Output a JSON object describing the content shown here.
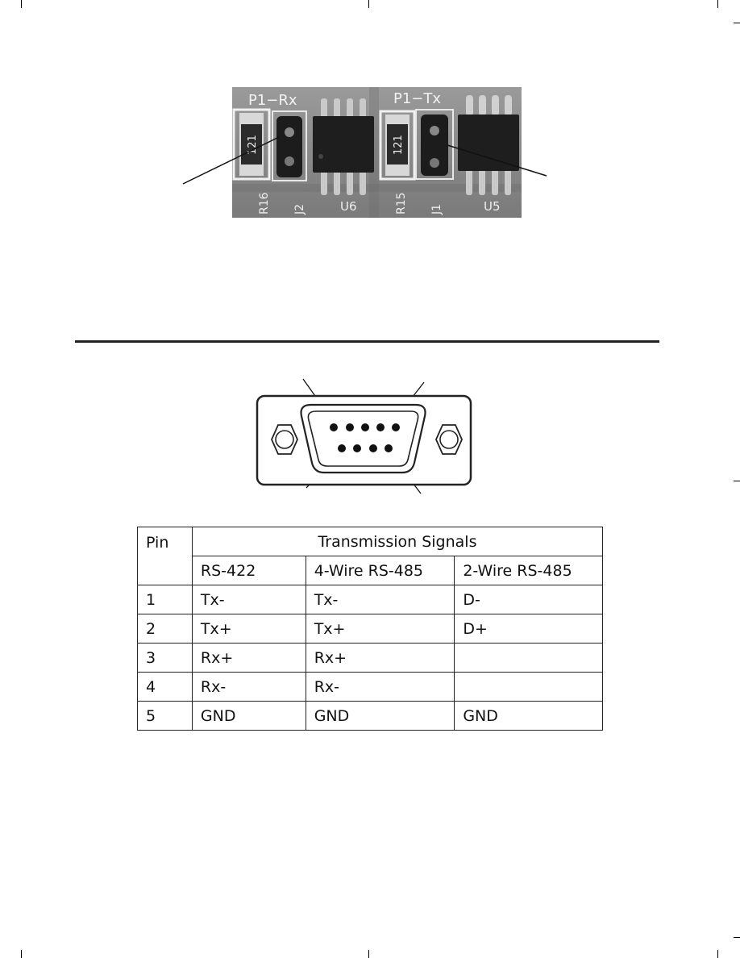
{
  "pcb_photo": {
    "silkscreen": [
      "P1−Rx",
      "P1−Tx",
      "R16",
      "J2",
      "U6",
      "R15",
      "J1",
      "U5"
    ],
    "resistor_marking": "121"
  },
  "pin_table": {
    "pin_header": "Pin",
    "group_header": "Transmission Signals",
    "columns": [
      "RS-422",
      "4-Wire RS-485",
      "2-Wire RS-485"
    ],
    "rows": [
      {
        "pin": "1",
        "rs422": "Tx-",
        "rs485_4w": "Tx-",
        "rs485_2w": "D-"
      },
      {
        "pin": "2",
        "rs422": "Tx+",
        "rs485_4w": "Tx+",
        "rs485_2w": "D+"
      },
      {
        "pin": "3",
        "rs422": "Rx+",
        "rs485_4w": "Rx+",
        "rs485_2w": ""
      },
      {
        "pin": "4",
        "rs422": "Rx-",
        "rs485_4w": "Rx-",
        "rs485_2w": ""
      },
      {
        "pin": "5",
        "rs422": "GND",
        "rs485_4w": "GND",
        "rs485_2w": "GND"
      }
    ]
  }
}
